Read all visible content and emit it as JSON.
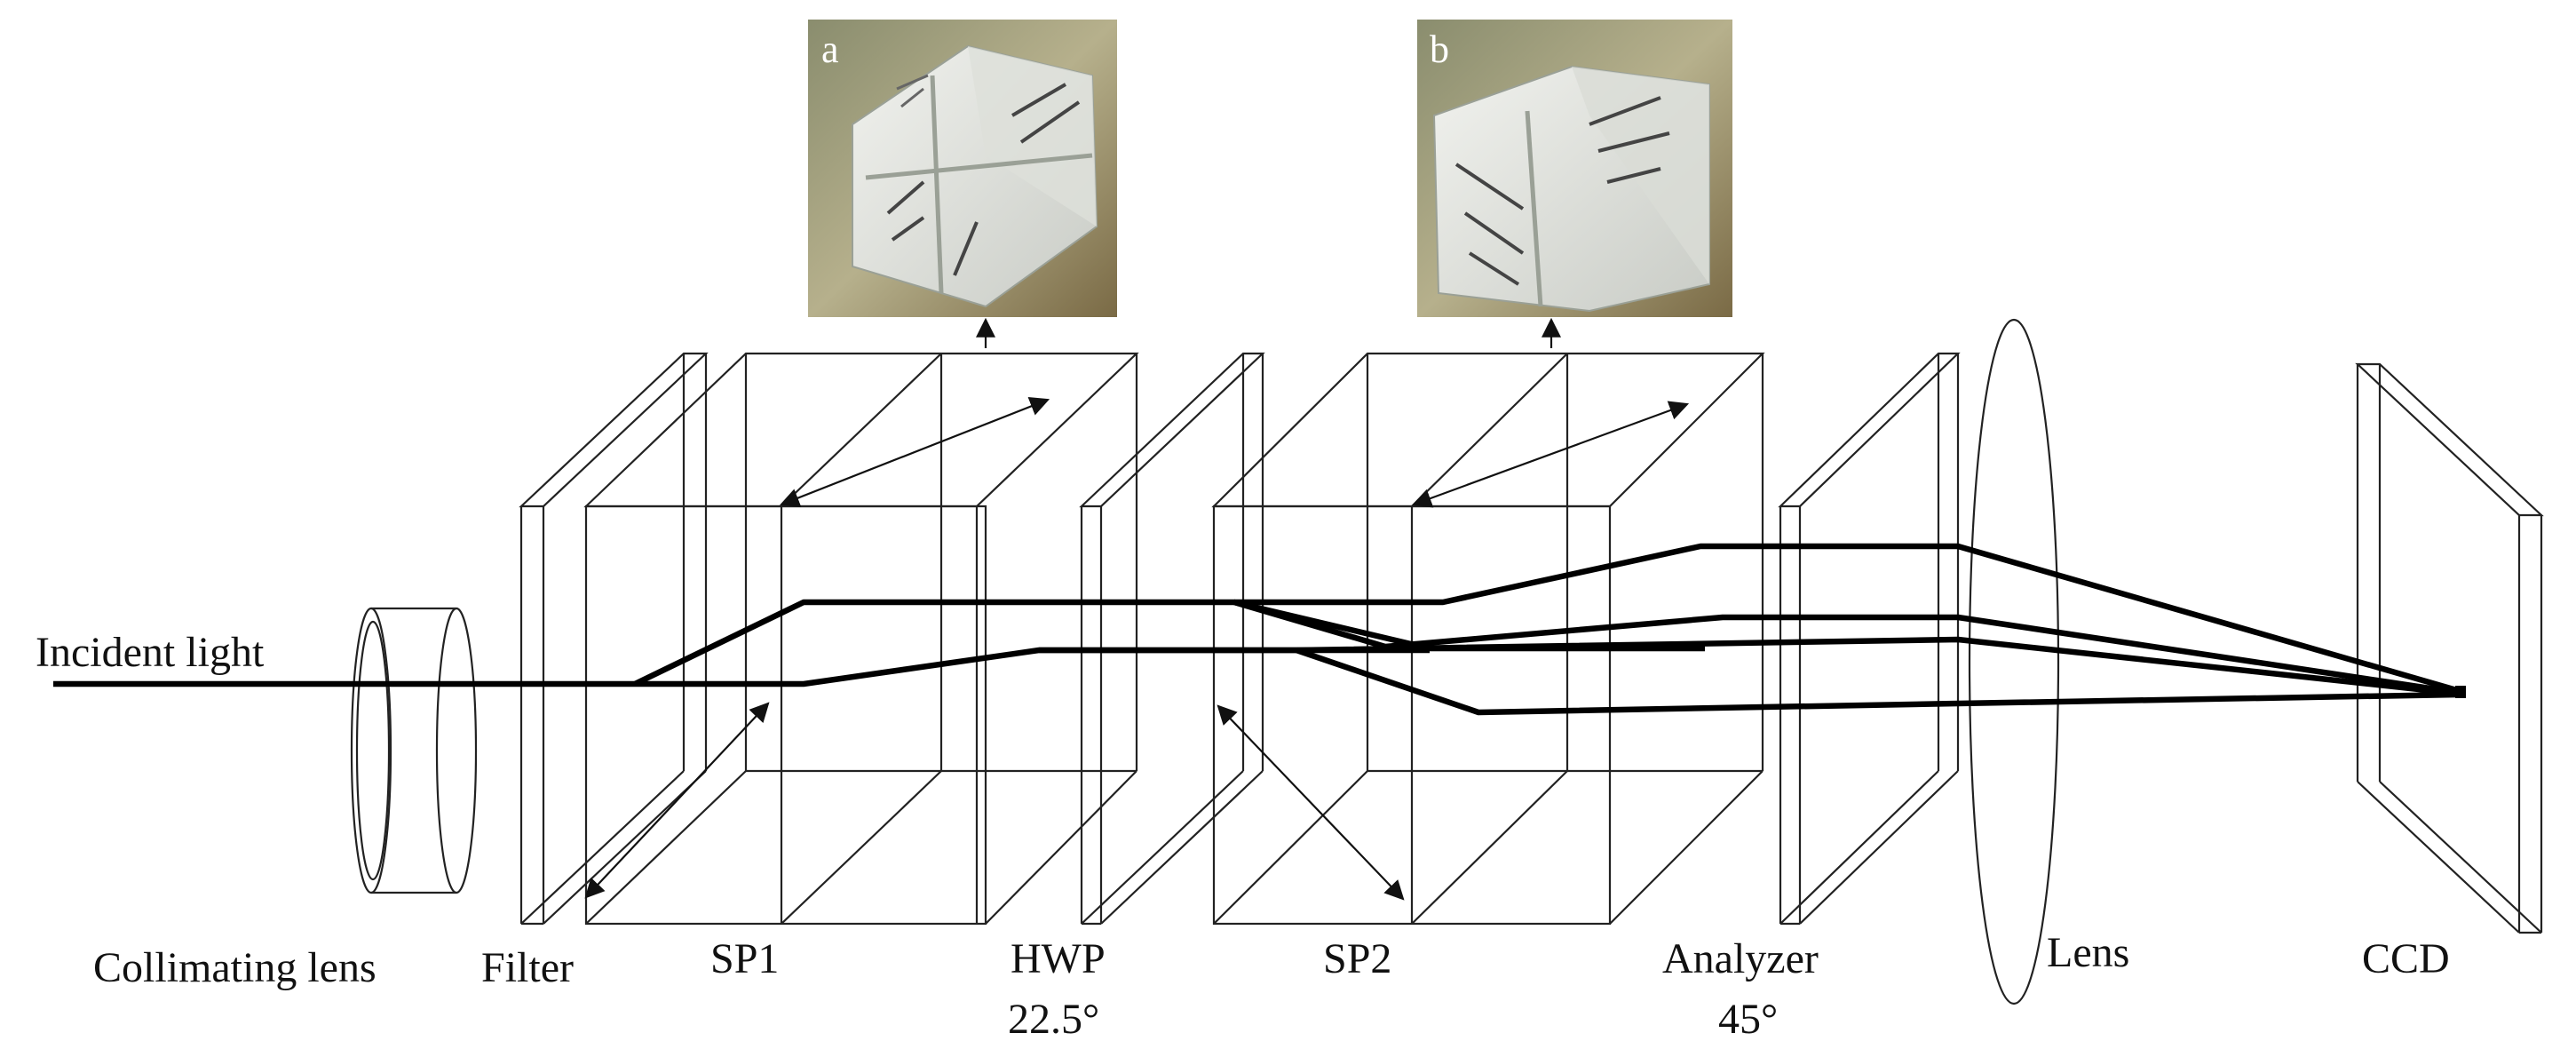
{
  "labels": {
    "incident_light": "Incident light",
    "collimating_lens": "Collimating lens",
    "filter": "Filter",
    "sp1": "SP1",
    "hwp": "HWP",
    "hwp_angle": "22.5°",
    "sp2": "SP2",
    "analyzer": "Analyzer",
    "analyzer_angle": "45°",
    "lens": "Lens",
    "ccd": "CCD"
  },
  "photos": {
    "a": "a",
    "b": "b"
  }
}
